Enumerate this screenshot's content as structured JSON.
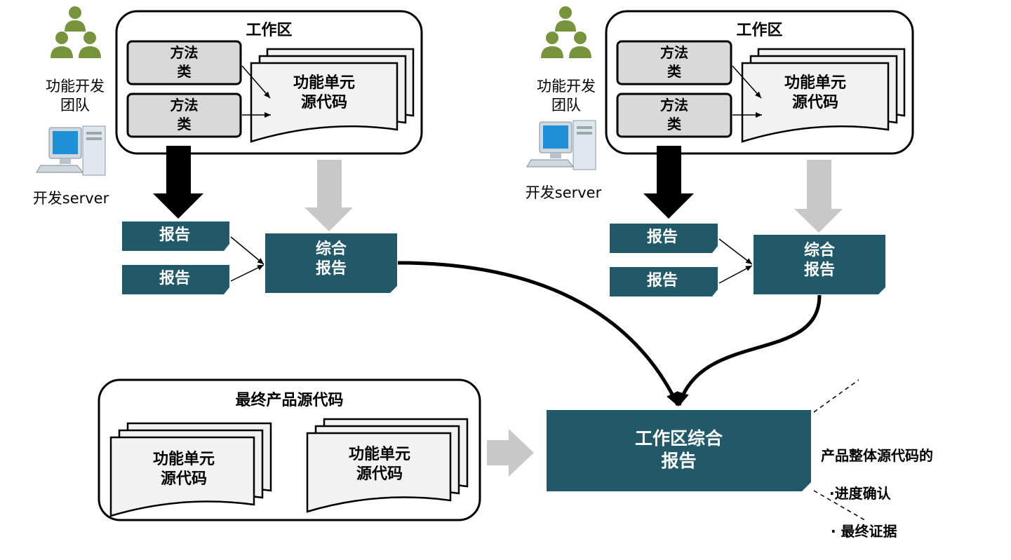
{
  "colors": {
    "report_fill": "#215968",
    "method_fill": "#d9d9d9",
    "doc_fill": "#f2f2f2",
    "team_green": "#77933c",
    "arrow_black": "#000000",
    "arrow_gray": "#c8c8c8"
  },
  "left": {
    "workspace_title": "工作区",
    "method_a": "方法\n类",
    "method_b": "方法\n类",
    "unit_source": "功能单元\n源代码",
    "team_label": "功能开发\n团队",
    "server_label": "开发server",
    "report_a": "报告",
    "report_b": "报告",
    "combined_report": "综合\n报告"
  },
  "right": {
    "workspace_title": "工作区",
    "method_a": "方法\n类",
    "method_b": "方法\n类",
    "unit_source": "功能单元\n源代码",
    "team_label": "功能开发\n团队",
    "server_label": "开发server",
    "report_a": "报告",
    "report_b": "报告",
    "combined_report": "综合\n报告"
  },
  "final": {
    "title": "最终产品源代码",
    "unit_a": "功能单元\n源代码",
    "unit_b": "功能单元\n源代码"
  },
  "workspace_report": "工作区综合\n报告",
  "note": {
    "line1": "产品整体源代码的",
    "line2": "·进度确认",
    "line3": "· 最终证据"
  },
  "icons": [
    "team-icon",
    "server-computer-icon"
  ]
}
